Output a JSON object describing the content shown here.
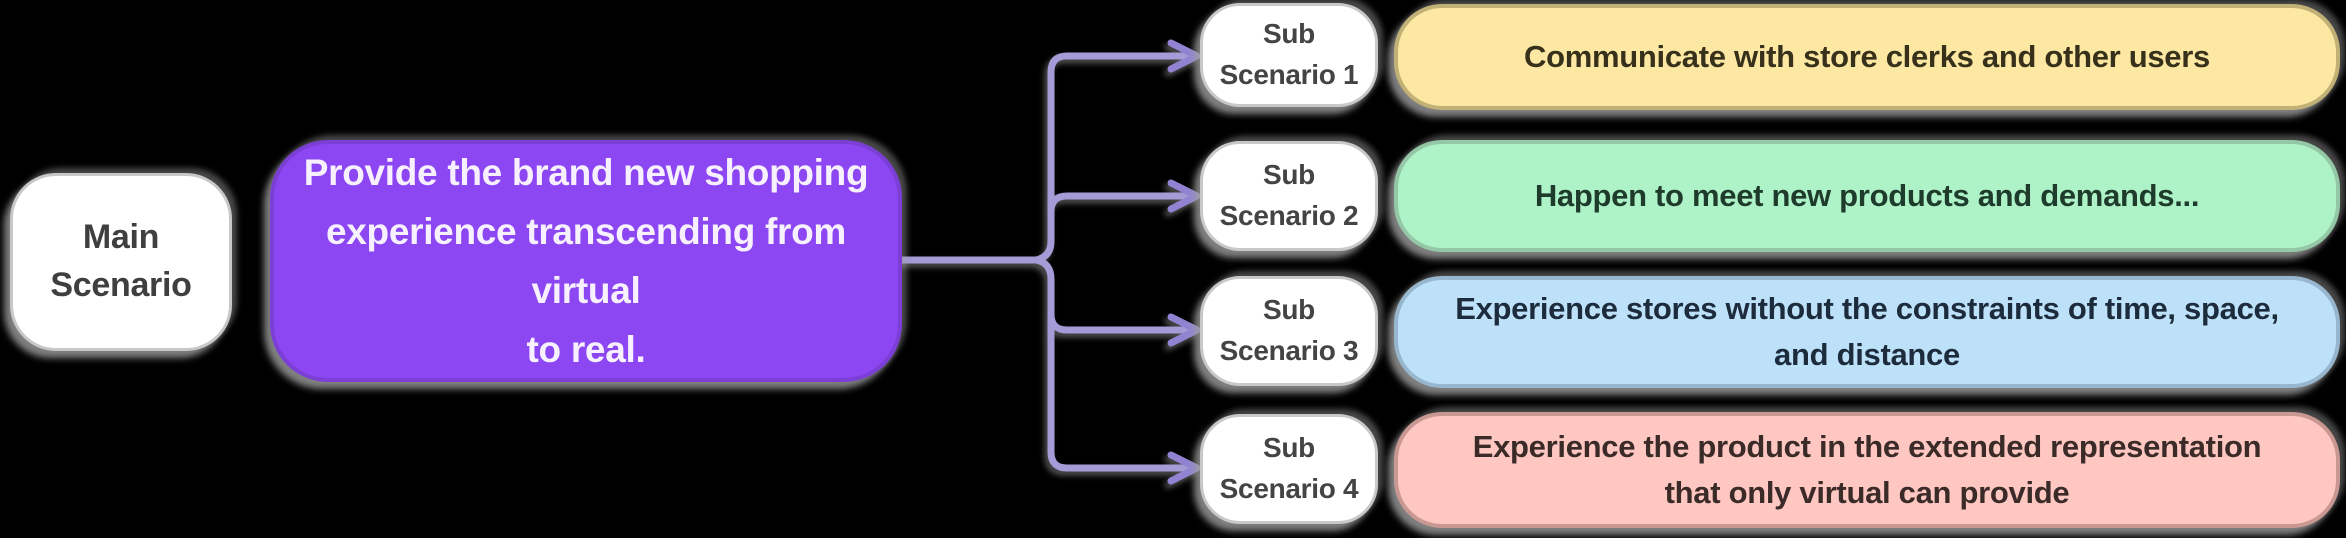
{
  "diagram": {
    "main_node": {
      "lines": [
        "Main",
        "Scenario"
      ]
    },
    "root_node": {
      "lines": [
        "Provide the brand new shopping",
        "experience transcending from virtual",
        "to real."
      ]
    },
    "sub_scenarios": [
      {
        "label_lines": [
          "Sub",
          "Scenario 1"
        ],
        "description_lines": [
          "Communicate with store clerks and other users"
        ],
        "colors": {
          "fill": "#FCE8A2",
          "border": "#C2B177",
          "text": "#37311B"
        }
      },
      {
        "label_lines": [
          "Sub",
          "Scenario 2"
        ],
        "description_lines": [
          "Happen to meet new products and demands..."
        ],
        "colors": {
          "fill": "#AEF2C7",
          "border": "#94C7A6",
          "text": "#1E3B2B"
        }
      },
      {
        "label_lines": [
          "Sub",
          "Scenario 3"
        ],
        "description_lines": [
          "Experience stores without the constraints of time, space, and distance"
        ],
        "colors": {
          "fill": "#BEE1FA",
          "border": "#98B7CE",
          "text": "#1D2C3C"
        }
      },
      {
        "label_lines": [
          "Sub",
          "Scenario 4"
        ],
        "description_lines": [
          "Experience the product in the extended representation",
          "that only virtual can provide"
        ],
        "colors": {
          "fill": "#FFC7C1",
          "border": "#C99892",
          "text": "#3B2B28"
        }
      }
    ]
  },
  "colors": {
    "background": "#000000",
    "root_fill": "#8C46F2",
    "root_border": "#7B3FD6",
    "root_text": "#F6F0FF",
    "node_fill": "#FFFFFF",
    "node_border": "#C8C8C8",
    "connector": "#A49BD7",
    "arrowhead": "#9183D2"
  }
}
